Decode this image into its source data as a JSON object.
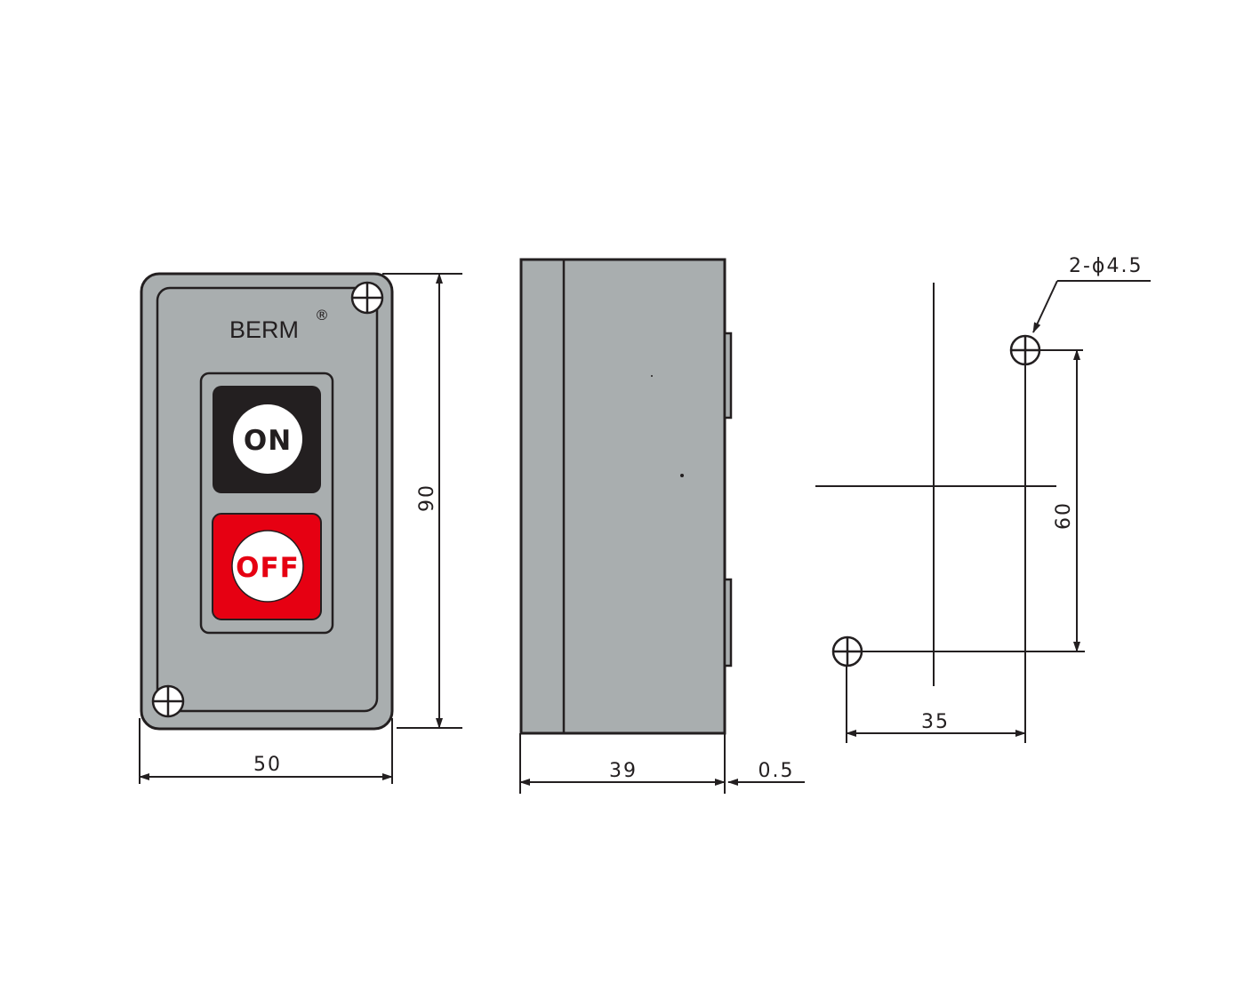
{
  "front_view": {
    "brand": "BERM",
    "registered_mark": "®",
    "on_label": "ON",
    "off_label": "OFF",
    "width_dim": "50",
    "height_dim": "90"
  },
  "side_view": {
    "depth_dim": "39",
    "offset_dim": "0.5"
  },
  "mounting_view": {
    "hole_callout": "2-ϕ4.5",
    "vertical_spacing_dim": "60",
    "horizontal_spacing_dim": "35"
  },
  "colors": {
    "housing": "#a9aeaf",
    "on_button": "#231f20",
    "off_button": "#e60012",
    "off_text": "#e60012",
    "line": "#231f20"
  }
}
